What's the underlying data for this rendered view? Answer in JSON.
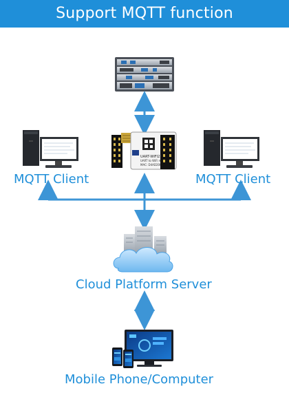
{
  "header": {
    "title": "Support MQTT function"
  },
  "nodes": {
    "left_client": "MQTT Client",
    "right_client": "MQTT Client",
    "cloud_server": "Cloud Platform Server",
    "endpoint": "Mobile Phone/Computer"
  },
  "module_text": {
    "line1": "UART-WIFI232-B2",
    "line2": "UART to WiFi module",
    "line3": "MAC: D4AD20098A7C"
  },
  "colors": {
    "accent": "#1f8fd9",
    "arrow": "#3d95d6"
  }
}
